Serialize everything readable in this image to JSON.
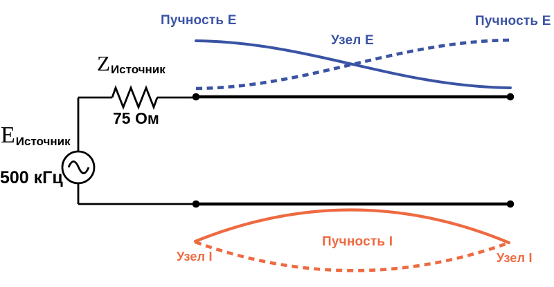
{
  "colors": {
    "e_wave": "#3a53a4",
    "i_wave": "#ee6a41",
    "wire": "#000000",
    "background": "#ffffff"
  },
  "source_circuit": {
    "impedance_symbol": "Z",
    "impedance_subscript": "Источник",
    "impedance_value": "75 Ом",
    "emf_symbol": "E",
    "emf_subscript": "Источник",
    "frequency": "500 кГц"
  },
  "wave_labels": {
    "e_antinode_left": "Пучность E",
    "e_node": "Узел E",
    "e_antinode_right": "Пучность E",
    "i_antinode": "Пучность I",
    "i_node_left": "Узел I",
    "i_node_right": "Узел I"
  }
}
